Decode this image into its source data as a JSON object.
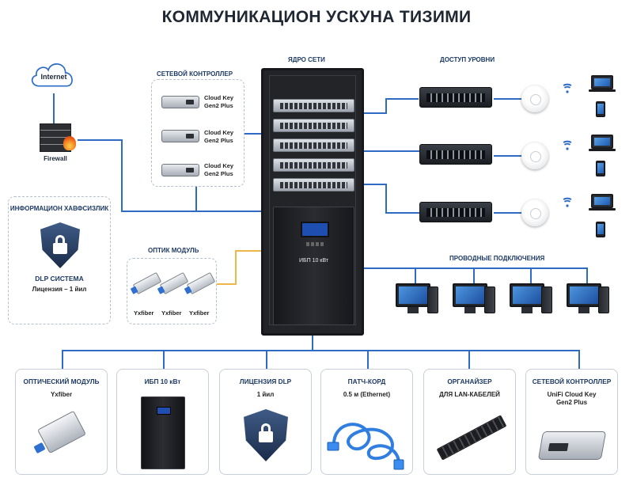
{
  "title": "КОММУНИКАЦИОН УСКУНА ТИЗИМИ",
  "internet": {
    "label": "Internet"
  },
  "firewall": {
    "label": "Firewall"
  },
  "network_controller": {
    "header": "СЕТЕВОЙ КОНТРОЛЛЕР",
    "items": [
      {
        "line1": "Cloud Key",
        "line2": "Gen2 Plus"
      },
      {
        "line1": "Cloud Key",
        "line2": "Gen2 Plus"
      },
      {
        "line1": "Cloud Key",
        "line2": "Gen2 Plus"
      }
    ]
  },
  "core": {
    "header": "ЯДРО СЕТИ",
    "ups_label": "ИБП 10 кВт"
  },
  "access": {
    "header": "ДОСТУП УРОВНИ"
  },
  "wired": {
    "header": "ПРОВОДНЫЕ ПОДКЛЮЧЕНИЯ"
  },
  "security": {
    "header": "ИНФОРМАЦИОН ХАВФСИЗЛИК",
    "line1": "DLP СИСТЕМА",
    "line2": "Лицензия – 1 йил"
  },
  "optic": {
    "header": "ОПТИК МОДУЛЬ",
    "items": [
      "Yxfiber",
      "Yxfiber",
      "Yxfiber"
    ]
  },
  "cards": [
    {
      "title": "ОПТИЧЕСКИЙ МОДУЛЬ",
      "sub1": "Yxfiber",
      "sub2": "",
      "icon": "sfp-module-icon"
    },
    {
      "title": "ИБП 10 кВт",
      "sub1": "",
      "sub2": "",
      "icon": "ups-icon"
    },
    {
      "title": "ЛИЦЕНЗИЯ DLP",
      "sub1": "1 йил",
      "sub2": "",
      "icon": "shield-lock-icon"
    },
    {
      "title": "ПАТЧ-КОРД",
      "sub1": "0.5 м (Ethernet)",
      "sub2": "",
      "icon": "patch-cord-icon"
    },
    {
      "title": "ОРГАНАЙЗЕР",
      "sub1": "ДЛЯ LAN-КАБЕЛЕЙ",
      "sub2": "",
      "icon": "cable-organizer-icon"
    },
    {
      "title": "СЕТЕВОЙ КОНТРОЛЛЕР",
      "sub1": "UniFi Cloud Key",
      "sub2": "Gen2 Plus",
      "icon": "cloud-key-icon"
    }
  ],
  "colors": {
    "link": "#2d6bc4",
    "fiber": "#f0b64a",
    "heading": "#1d3a66"
  }
}
